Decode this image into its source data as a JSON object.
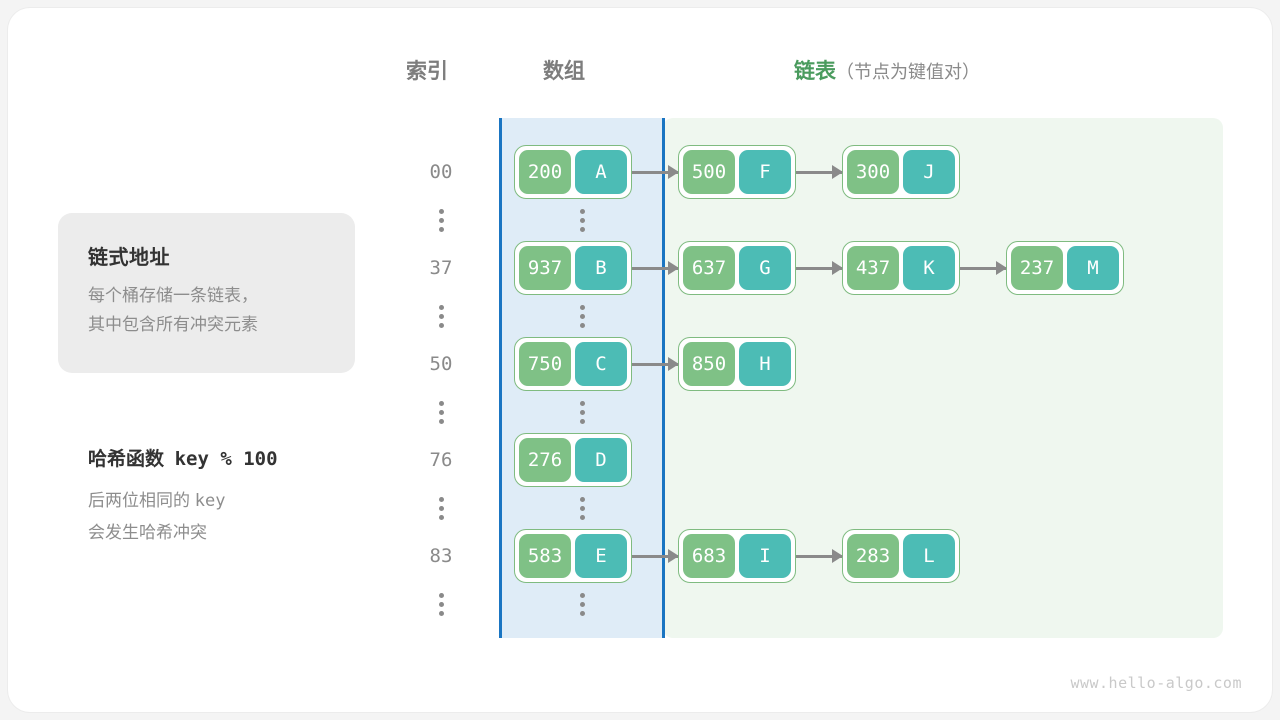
{
  "watermark": "www.hello-algo.com",
  "headers": {
    "index": "索引",
    "array": "数组",
    "list_main": "链表",
    "list_sub": "（节点为键值对）"
  },
  "info_card": {
    "title": "链式地址",
    "line1": "每个桶存储一条链表，",
    "line2": "其中包含所有冲突元素"
  },
  "hash_note": {
    "title_label": "哈希函数",
    "title_expr": "key % 100",
    "line1_a": "后两位相同的",
    "line1_b": "key",
    "line2": "会发生哈希冲突"
  },
  "colors": {
    "key_cell": "#7fc186",
    "value_cell": "#4cbcb5",
    "node_border": "#7fbb80",
    "array_panel_bg": "#dfecf7",
    "array_panel_border": "#1a75c2",
    "list_panel_bg": "#eff7ef",
    "arrow": "#8a8a8a",
    "heading_text": "#7d7d7d",
    "list_heading_text": "#4a9b5e"
  },
  "ellipsis_glyph": "vertical-ellipsis",
  "buckets": [
    {
      "index": "00",
      "bucket_node": {
        "key": "200",
        "value": "A"
      },
      "chain": [
        {
          "key": "500",
          "value": "F"
        },
        {
          "key": "300",
          "value": "J"
        }
      ]
    },
    {
      "index": "37",
      "bucket_node": {
        "key": "937",
        "value": "B"
      },
      "chain": [
        {
          "key": "637",
          "value": "G"
        },
        {
          "key": "437",
          "value": "K"
        },
        {
          "key": "237",
          "value": "M"
        }
      ]
    },
    {
      "index": "50",
      "bucket_node": {
        "key": "750",
        "value": "C"
      },
      "chain": [
        {
          "key": "850",
          "value": "H"
        }
      ]
    },
    {
      "index": "76",
      "bucket_node": {
        "key": "276",
        "value": "D"
      },
      "chain": []
    },
    {
      "index": "83",
      "bucket_node": {
        "key": "583",
        "value": "E"
      },
      "chain": [
        {
          "key": "683",
          "value": "I"
        },
        {
          "key": "283",
          "value": "L"
        }
      ]
    }
  ]
}
